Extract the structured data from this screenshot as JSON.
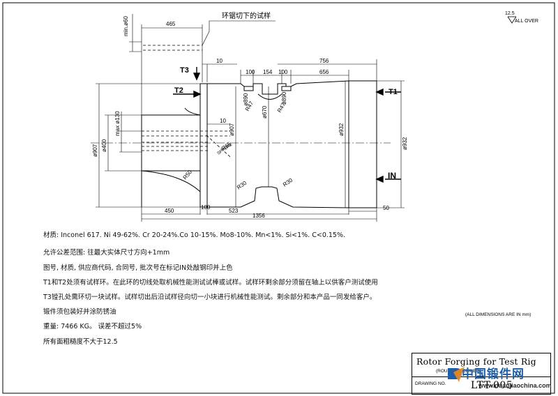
{
  "drawing": {
    "annotations": {
      "sample_cut": "环锯切下的试样",
      "t1": "T1",
      "t2": "T2",
      "t3": "T3",
      "in_mark": "IN",
      "r65": "R65",
      "sphere": "SPHERE",
      "r50": "R50",
      "r30_left": "R30",
      "r30_right": "R30",
      "r47_left": "R47",
      "r47_right": "R47",
      "d890_left": "ø890",
      "d890_right": "ø890",
      "d670": "ø670",
      "d907_left": "ø907",
      "d907_inner": "ø907",
      "d400": "ø400",
      "d130": "max ø130",
      "d932_inner": "ø932",
      "d932_right": "ø932",
      "min60": "min.ø60"
    },
    "dimensions": {
      "d465": "465",
      "d10_top": "10",
      "d756": "756",
      "d100_a": "100",
      "d154": "154",
      "d100_b": "100",
      "d656": "656",
      "d10_mid": "10",
      "d450": "450",
      "d100_bottom": "100",
      "d523": "523",
      "d1356": "1356",
      "d50": "50"
    }
  },
  "roughness": {
    "value": "12.5",
    "all_over": "ALL OVER"
  },
  "notes": [
    "材质: Inconel 617. Ni 49-62%. Cr 20-24%.Co 10-15%. Mo8-10%. Mn<1%. Si<1%. C<0.15%.",
    "允许公差范围: 往最大实体尺寸方向+1mm",
    "图号, 材质, 供应商代码, 合同号, 批次号在标记IN处敲钢印并上色",
    "T1和T2处须有试样环。在此环的切线处取机械性能测试试棒或试样。试样环剩余部分须留在轴上以供客户测试使用",
    "T3镗孔处需环切一块试样。试样切出后沿试样径向切一小块进行机械性能测试。剩余部分和本产品一同发给客户。",
    "锻件须包装好并涂防锈油",
    "重量: 7466 KG。 误差不超过5%",
    "所有面粗糙度不大于12.5"
  ],
  "all_dimensions_note": "(ALL DIMENSIONS ARE IN mm)",
  "title_block": {
    "title": "Rotor Forging for Test Rig",
    "subtitle": "(ROUGH MACHINED)",
    "drawing_no_label": "DRAWING NO.",
    "drawing_no": "LTT-005"
  },
  "watermark": {
    "name": "中国锻件网",
    "url": "www.duanjiaochina.com"
  },
  "colors": {
    "watermark_blue": "#1f5fa8",
    "logo_orange": "#f08a1c"
  }
}
